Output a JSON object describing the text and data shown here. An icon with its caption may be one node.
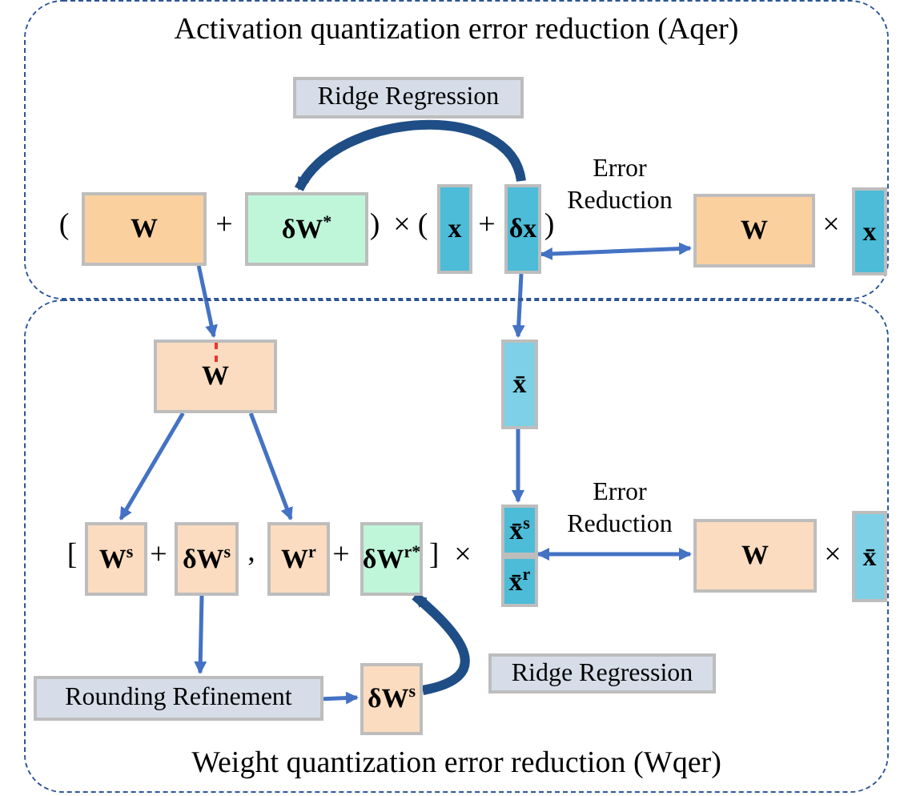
{
  "diagram": {
    "nodes": [
      {
        "text": [
          "Activation quantization error reduction (Aqer)"
        ]
      },
      {
        "text": [
          "Ridge Regression"
        ],
        "in": 0
      },
      {
        "text": [
          "W"
        ],
        "in": 0
      },
      {
        "text": [
          "δW$^{*}$"
        ],
        "in": 0
      },
      {
        "text": [
          "x"
        ],
        "in": 0
      },
      {
        "text": [
          "δx"
        ],
        "in": 0
      },
      {
        "text": [
          "W"
        ],
        "in": 0
      },
      {
        "text": [
          "x"
        ],
        "in": 0
      },
      {
        "text": [
          "Weight quantization error reduction (Wqer)"
        ]
      },
      {
        "text": [
          "W"
        ],
        "in": 8
      },
      {
        "text": [
          "x̄"
        ],
        "in": 8
      },
      {
        "text": [
          "W$^{s}$"
        ],
        "in": 8
      },
      {
        "text": [
          "δW$^{s}$"
        ],
        "in": 8
      },
      {
        "text": [
          "W$^{r}$"
        ],
        "in": 8
      },
      {
        "text": [
          "δW$^{r*}$"
        ],
        "in": 8
      },
      {
        "text": [
          "x̄$^{s}$"
        ],
        "in": 8
      },
      {
        "text": [
          "x̄$^{r}$"
        ],
        "in": 8
      },
      {
        "text": [
          "W"
        ],
        "in": 8
      },
      {
        "text": [
          "x̄"
        ],
        "in": 8
      },
      {
        "text": [
          "Rounding Refinement"
        ],
        "in": 8
      },
      {
        "text": [
          "δW$^{s}$"
        ],
        "in": 8
      },
      {
        "text": [
          "Ridge Regression"
        ],
        "in": 8
      }
    ],
    "edges": [
      {
        "from": 5,
        "to": 3,
        "arrow": "to",
        "style": "thick",
        "color": "#1f4e86"
      },
      {
        "from": 5,
        "to": 6,
        "arrow": "both",
        "label": "Error Reduction"
      },
      {
        "from": 2,
        "to": 9,
        "arrow": "to"
      },
      {
        "from": 5,
        "to": 10,
        "arrow": "to"
      },
      {
        "from": 9,
        "to": 11,
        "arrow": "to"
      },
      {
        "from": 9,
        "to": 13,
        "arrow": "to"
      },
      {
        "from": 10,
        "to": 15,
        "arrow": "to"
      },
      {
        "from": 15,
        "to": 17,
        "arrow": "both",
        "label": "Error Reduction"
      },
      {
        "from": 12,
        "to": 19,
        "arrow": "to"
      },
      {
        "from": 19,
        "to": 20,
        "arrow": "to"
      },
      {
        "from": 20,
        "to": 14,
        "arrow": "to",
        "style": "thick",
        "color": "#1f4e86"
      }
    ],
    "labels": [
      "(",
      "+",
      ")",
      "×",
      "(",
      "+",
      ")",
      "×",
      "[",
      "+",
      ",",
      "+",
      "]",
      "×",
      "×"
    ]
  }
}
